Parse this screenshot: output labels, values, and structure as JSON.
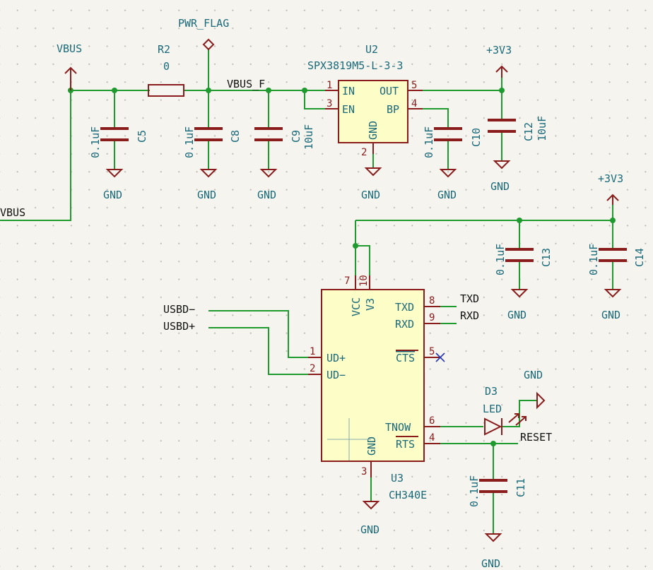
{
  "components": {
    "r2": {
      "ref": "R2",
      "value": "0"
    },
    "u2": {
      "ref": "U2",
      "value": "SPX3819M5-L-3-3",
      "pins": {
        "in": {
          "num": "1",
          "name": "IN"
        },
        "en": {
          "num": "3",
          "name": "EN"
        },
        "out": {
          "num": "5",
          "name": "OUT"
        },
        "bp": {
          "num": "4",
          "name": "BP"
        },
        "gnd": {
          "num": "2",
          "name": "GND"
        }
      }
    },
    "u3": {
      "ref": "U3",
      "value": "CH340E",
      "pins": {
        "vcc": {
          "num": "7",
          "name": "VCC"
        },
        "v3": {
          "num": "10",
          "name": "V3"
        },
        "txd": {
          "num": "8",
          "name": "TXD"
        },
        "rxd": {
          "num": "9",
          "name": "RXD"
        },
        "cts": {
          "num": "5",
          "name": "CTS"
        },
        "udp": {
          "num": "1",
          "name": "UD+"
        },
        "udm": {
          "num": "2",
          "name": "UD−"
        },
        "tnow": {
          "num": "6",
          "name": "TNOW"
        },
        "rts": {
          "num": "4",
          "name": "RTS"
        },
        "gnd": {
          "num": "3",
          "name": "GND"
        }
      }
    },
    "d3": {
      "ref": "D3",
      "value": "LED"
    },
    "c5": {
      "ref": "C5",
      "value": "0.1uF"
    },
    "c8": {
      "ref": "C8",
      "value": "0.1uF"
    },
    "c9": {
      "ref": "C9",
      "value": "10uF"
    },
    "c10": {
      "ref": "C10",
      "value": "0.1uF"
    },
    "c12": {
      "ref": "C12",
      "value": "10uF"
    },
    "c13": {
      "ref": "C13",
      "value": "0.1uF"
    },
    "c14": {
      "ref": "C14",
      "value": "0.1uF"
    },
    "c11": {
      "ref": "C11",
      "value": "0.1uF"
    }
  },
  "power": {
    "vbus": "VBUS",
    "pwr_flag": "PWR_FLAG",
    "v33": "+3V3",
    "gnd": "GND"
  },
  "nets": {
    "vbus_f": "VBUS_F",
    "vbus_left": "VBUS",
    "usbd_minus": "USBD−",
    "usbd_plus": "USBD+",
    "txd": "TXD",
    "rxd": "RXD",
    "reset": "RESET"
  },
  "colors": {
    "wire": "#1f9a2e",
    "component": "#8b1c1c",
    "body_fill": "#fdfdc8",
    "text_teal": "#1a6a7a",
    "no_connect": "#2233bb",
    "background": "#f5f4ef"
  }
}
